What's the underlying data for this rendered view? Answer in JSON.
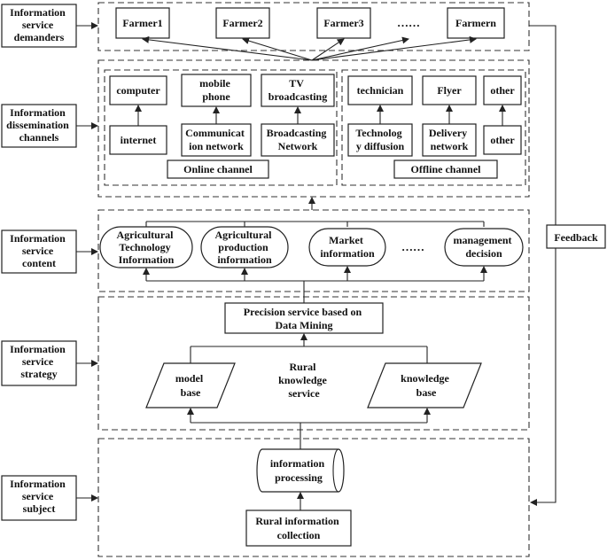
{
  "layers": {
    "demanders": [
      "Information",
      "service",
      "demanders"
    ],
    "channels": [
      "Information",
      "dissemination",
      "channels"
    ],
    "content": [
      "Information",
      "service",
      "content"
    ],
    "strategy": [
      "Information",
      "service",
      "strategy"
    ],
    "subject": [
      "Information",
      "service",
      "subject"
    ]
  },
  "feedback": "Feedback",
  "farmers": [
    "Farmer1",
    "Farmer2",
    "Farmer3",
    "……",
    "Farmern"
  ],
  "online": {
    "label": "Online channel",
    "top": [
      [
        "computer"
      ],
      [
        "mobile",
        "phone"
      ],
      [
        "TV",
        "broadcasting"
      ]
    ],
    "bottom": [
      [
        "internet"
      ],
      [
        "Communicat",
        "ion network"
      ],
      [
        "Broadcasting",
        "Network"
      ]
    ]
  },
  "offline": {
    "label": "Offline channel",
    "top": [
      [
        "technician"
      ],
      [
        "Flyer"
      ],
      [
        "other"
      ]
    ],
    "bottom": [
      [
        "Technolog",
        "y diffusion"
      ],
      [
        "Delivery",
        "network"
      ],
      [
        "other"
      ]
    ]
  },
  "content_items": [
    [
      "Agricultural",
      "Technology",
      "Information"
    ],
    [
      "Agricultural",
      "production",
      "information"
    ],
    [
      "Market",
      "information"
    ],
    [
      "……"
    ],
    [
      "management",
      "decision"
    ]
  ],
  "strategy": {
    "precision": [
      "Precision service based on",
      "Data Mining"
    ],
    "model": [
      "model",
      "base"
    ],
    "rural": [
      "Rural",
      "knowledge",
      "service"
    ],
    "knowledge": [
      "knowledge",
      "base"
    ]
  },
  "subject": {
    "processing": [
      "information",
      "processing"
    ],
    "collection": [
      "Rural information",
      "collection"
    ]
  }
}
